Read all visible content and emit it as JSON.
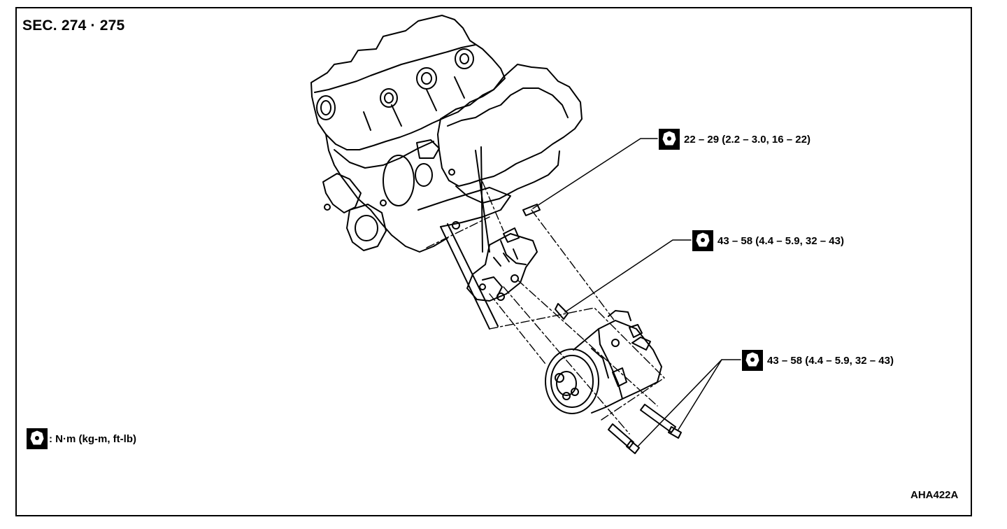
{
  "section_code": "SEC. 274 · 275",
  "figure_code": "AHA422A",
  "torque_callouts": [
    {
      "label": "22 – 29 (2.2 – 3.0, 16 – 22)",
      "icon": "torque-wrench-icon"
    },
    {
      "label": "43 – 58 (4.4 – 5.9, 32 – 43)",
      "icon": "torque-wrench-icon"
    },
    {
      "label": "43 – 58 (4.4 – 5.9, 32 – 43)",
      "icon": "torque-wrench-icon"
    }
  ],
  "legend": {
    "label": ": N·m (kg-m, ft-lb)",
    "icon": "torque-wrench-icon"
  },
  "colors": {
    "ink": "#000000",
    "paper": "#ffffff"
  }
}
